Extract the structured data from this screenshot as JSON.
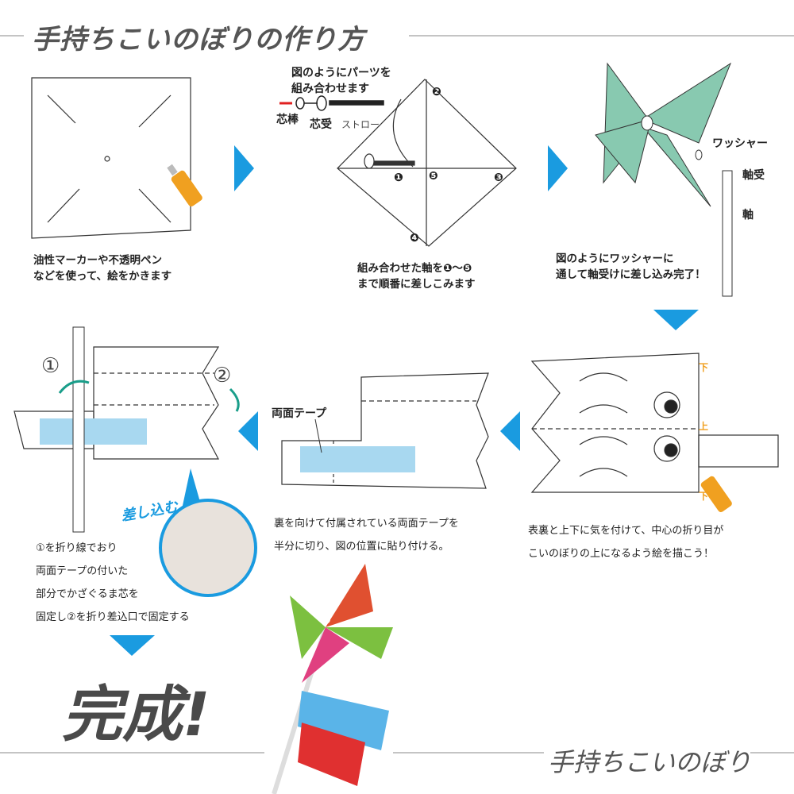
{
  "header": {
    "title": "手持ちこいのぼりの作り方"
  },
  "step1": {
    "caption_line1": "油性マーカーや不透明ペン",
    "caption_line2": "などを使って、絵をかきます"
  },
  "step2": {
    "instruction_line1": "図のようにパーツを",
    "instruction_line2": "組み合わせます",
    "part_core_pin": "芯棒",
    "part_core_holder": "芯受",
    "part_straw": "ストロー",
    "caption_line1": "組み合わせた軸を❶～❺",
    "caption_line2": "まで順番に差しこみます",
    "numbers": [
      "❶",
      "❷",
      "❸",
      "❹",
      "❺"
    ]
  },
  "step3": {
    "label_washer": "ワッシャー",
    "label_bearing": "軸受",
    "label_shaft": "軸",
    "caption_line1": "図のようにワッシャーに",
    "caption_line2": "通して軸受けに差し込み完了！"
  },
  "step4": {
    "label_bottom1": "下",
    "label_top": "上",
    "label_bottom2": "下",
    "caption_line1": "表裏と上下に気を付けて、中心の折り目が",
    "caption_line2": "こいのぼりの上になるよう絵を描こう！"
  },
  "step5": {
    "label_tape": "両面テープ",
    "caption_line1": "裏を向けて付属されている両面テープを",
    "caption_line2": "半分に切り、図の位置に貼り付ける。"
  },
  "step6": {
    "marker1": "①",
    "marker2": "②",
    "insert_label": "差し込む",
    "caption_lines": [
      "①を折り線でおり",
      "両面テープの付いた",
      "部分でかざぐるま芯を",
      "固定し②を折り差込口で固定する"
    ]
  },
  "finish": {
    "label": "完成!",
    "footer": "手持ちこいのぼり"
  },
  "colors": {
    "arrow": "#1a9be0",
    "pinwheel": "#88c9b0",
    "tape": "#a8d8f0",
    "text_gray": "#555555",
    "marker_orange": "#f0a020",
    "red": "#e02020"
  }
}
